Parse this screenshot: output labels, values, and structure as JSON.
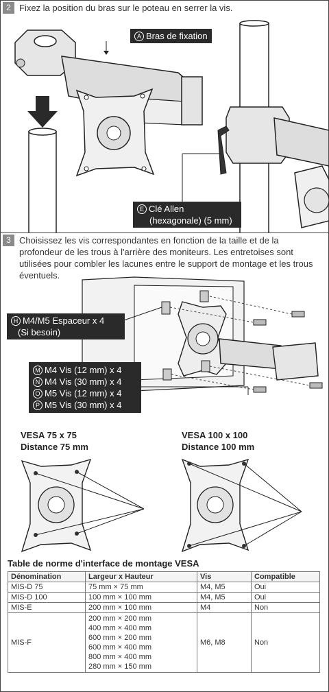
{
  "step2": {
    "number": "2",
    "text": "Fixez la position du bras sur le poteau en serrer la vis.",
    "label_a": {
      "letter": "A",
      "text": "Bras de fixation"
    },
    "label_e": {
      "letter": "E",
      "line1": "Clé Allen",
      "line2": "(hexagonale) (5 mm)"
    }
  },
  "step3": {
    "number": "3",
    "text": "Choisissez les vis correspondantes en fonction de la taille et de la profondeur de les trous à l'arrière des moniteurs. Les entretoises sont utilisées pour combler les lacunes entre le support de montage et les trous éventuels.",
    "label_h": {
      "letter": "H",
      "line1": "M4/M5 Espaceur x 4",
      "line2": "(Si besoin)"
    },
    "screws": [
      {
        "letter": "M",
        "text": "M4 Vis (12 mm) x 4"
      },
      {
        "letter": "N",
        "text": "M4 Vis (30 mm) x 4"
      },
      {
        "letter": "O",
        "text": "M5 Vis (12 mm) x 4"
      },
      {
        "letter": "P",
        "text": "M5 Vis (30 mm) x 4"
      }
    ]
  },
  "vesa": {
    "left": {
      "line1": "VESA 75 x 75",
      "line2": "Distance 75 mm"
    },
    "right": {
      "line1": "VESA 100 x 100",
      "line2": "Distance 100 mm"
    }
  },
  "table": {
    "title": "Table de norme d'interface de montage VESA",
    "headers": [
      "Dénomination",
      "Largeur x Hauteur",
      "Vis",
      "Compatible"
    ],
    "rows": [
      {
        "name": "MIS-D 75",
        "size": "75 mm × 75 mm",
        "screws": "M4, M5",
        "compatible": "Oui"
      },
      {
        "name": "MIS-D 100",
        "size": "100 mm × 100 mm",
        "screws": "M4, M5",
        "compatible": "Oui"
      },
      {
        "name": "MIS-E",
        "size": "200 mm × 100 mm",
        "screws": "M4",
        "compatible": "Non"
      }
    ],
    "misf": {
      "name": "MIS-F",
      "sizes": [
        "200 mm × 200 mm",
        "400 mm × 400 mm",
        "600 mm × 200 mm",
        "600 mm × 400 mm",
        "800 mm × 400 mm",
        "280 mm × 150 mm"
      ],
      "screws": "M6, M8",
      "compatible": "Non"
    }
  }
}
